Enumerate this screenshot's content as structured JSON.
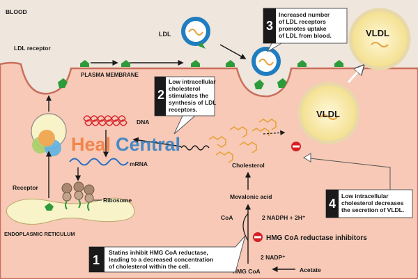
{
  "labels": {
    "blood": "BLOOD",
    "ldl_receptor": "LDL receptor",
    "plasma_membrane": "PLASMA MEMBRANE",
    "ldl": "LDL",
    "vldl_top": "VLDL",
    "vldl_main": "VLDL",
    "dna": "DNA",
    "mrna": "mRNA",
    "ribosome": "Ribosome",
    "receptor": "Receptor",
    "er": "ENDOPLASMIC RETICULUM",
    "cholesterol": "Cholesterol",
    "mevalonic_acid": "Mevalonic acid",
    "coa": "CoA",
    "nadph": "2 NADPH + 2H⁺",
    "nadp": "2 NADP⁺",
    "inhibitor": "HMG CoA reductase inhibitors",
    "hmg_coa": "HMG CoA",
    "acetate": "Acetate",
    "minus": "−"
  },
  "callouts": [
    {
      "number": "1",
      "lines": [
        "Statins inhibit HMG CoA reductase,",
        "leading to a decreased concentration",
        "of cholesterol within the cell."
      ]
    },
    {
      "number": "2",
      "lines": [
        "Low intracellular",
        "cholesterol",
        "stimulates the",
        "synthesis of LDL",
        "receptors."
      ]
    },
    {
      "number": "3",
      "lines": [
        "Increased number",
        "of LDL receptors",
        "promotes uptake",
        "of LDL from blood."
      ]
    },
    {
      "number": "4",
      "lines": [
        "Low intracellular",
        "cholesterol decreases",
        "the secretion of VLDL."
      ]
    }
  ],
  "watermark": {
    "part1": "Heal",
    "part2": "Central"
  },
  "colors": {
    "blood_bg": "#efe6dd",
    "cell_fill": "#f7c9b6",
    "membrane": "#c96f5d",
    "receptor_green": "#2e9b3a",
    "ldl_blue": "#1f7dc0",
    "vldl_yellow": "#f6e7a5",
    "cholesterol_orange": "#e7a13a",
    "dna_red": "#d8282f",
    "mrna_blue": "#2a6fc4",
    "inhibit_red": "#d41f26",
    "watermark_orange": "#f07a3a",
    "watermark_blue": "#2a7fc8"
  }
}
